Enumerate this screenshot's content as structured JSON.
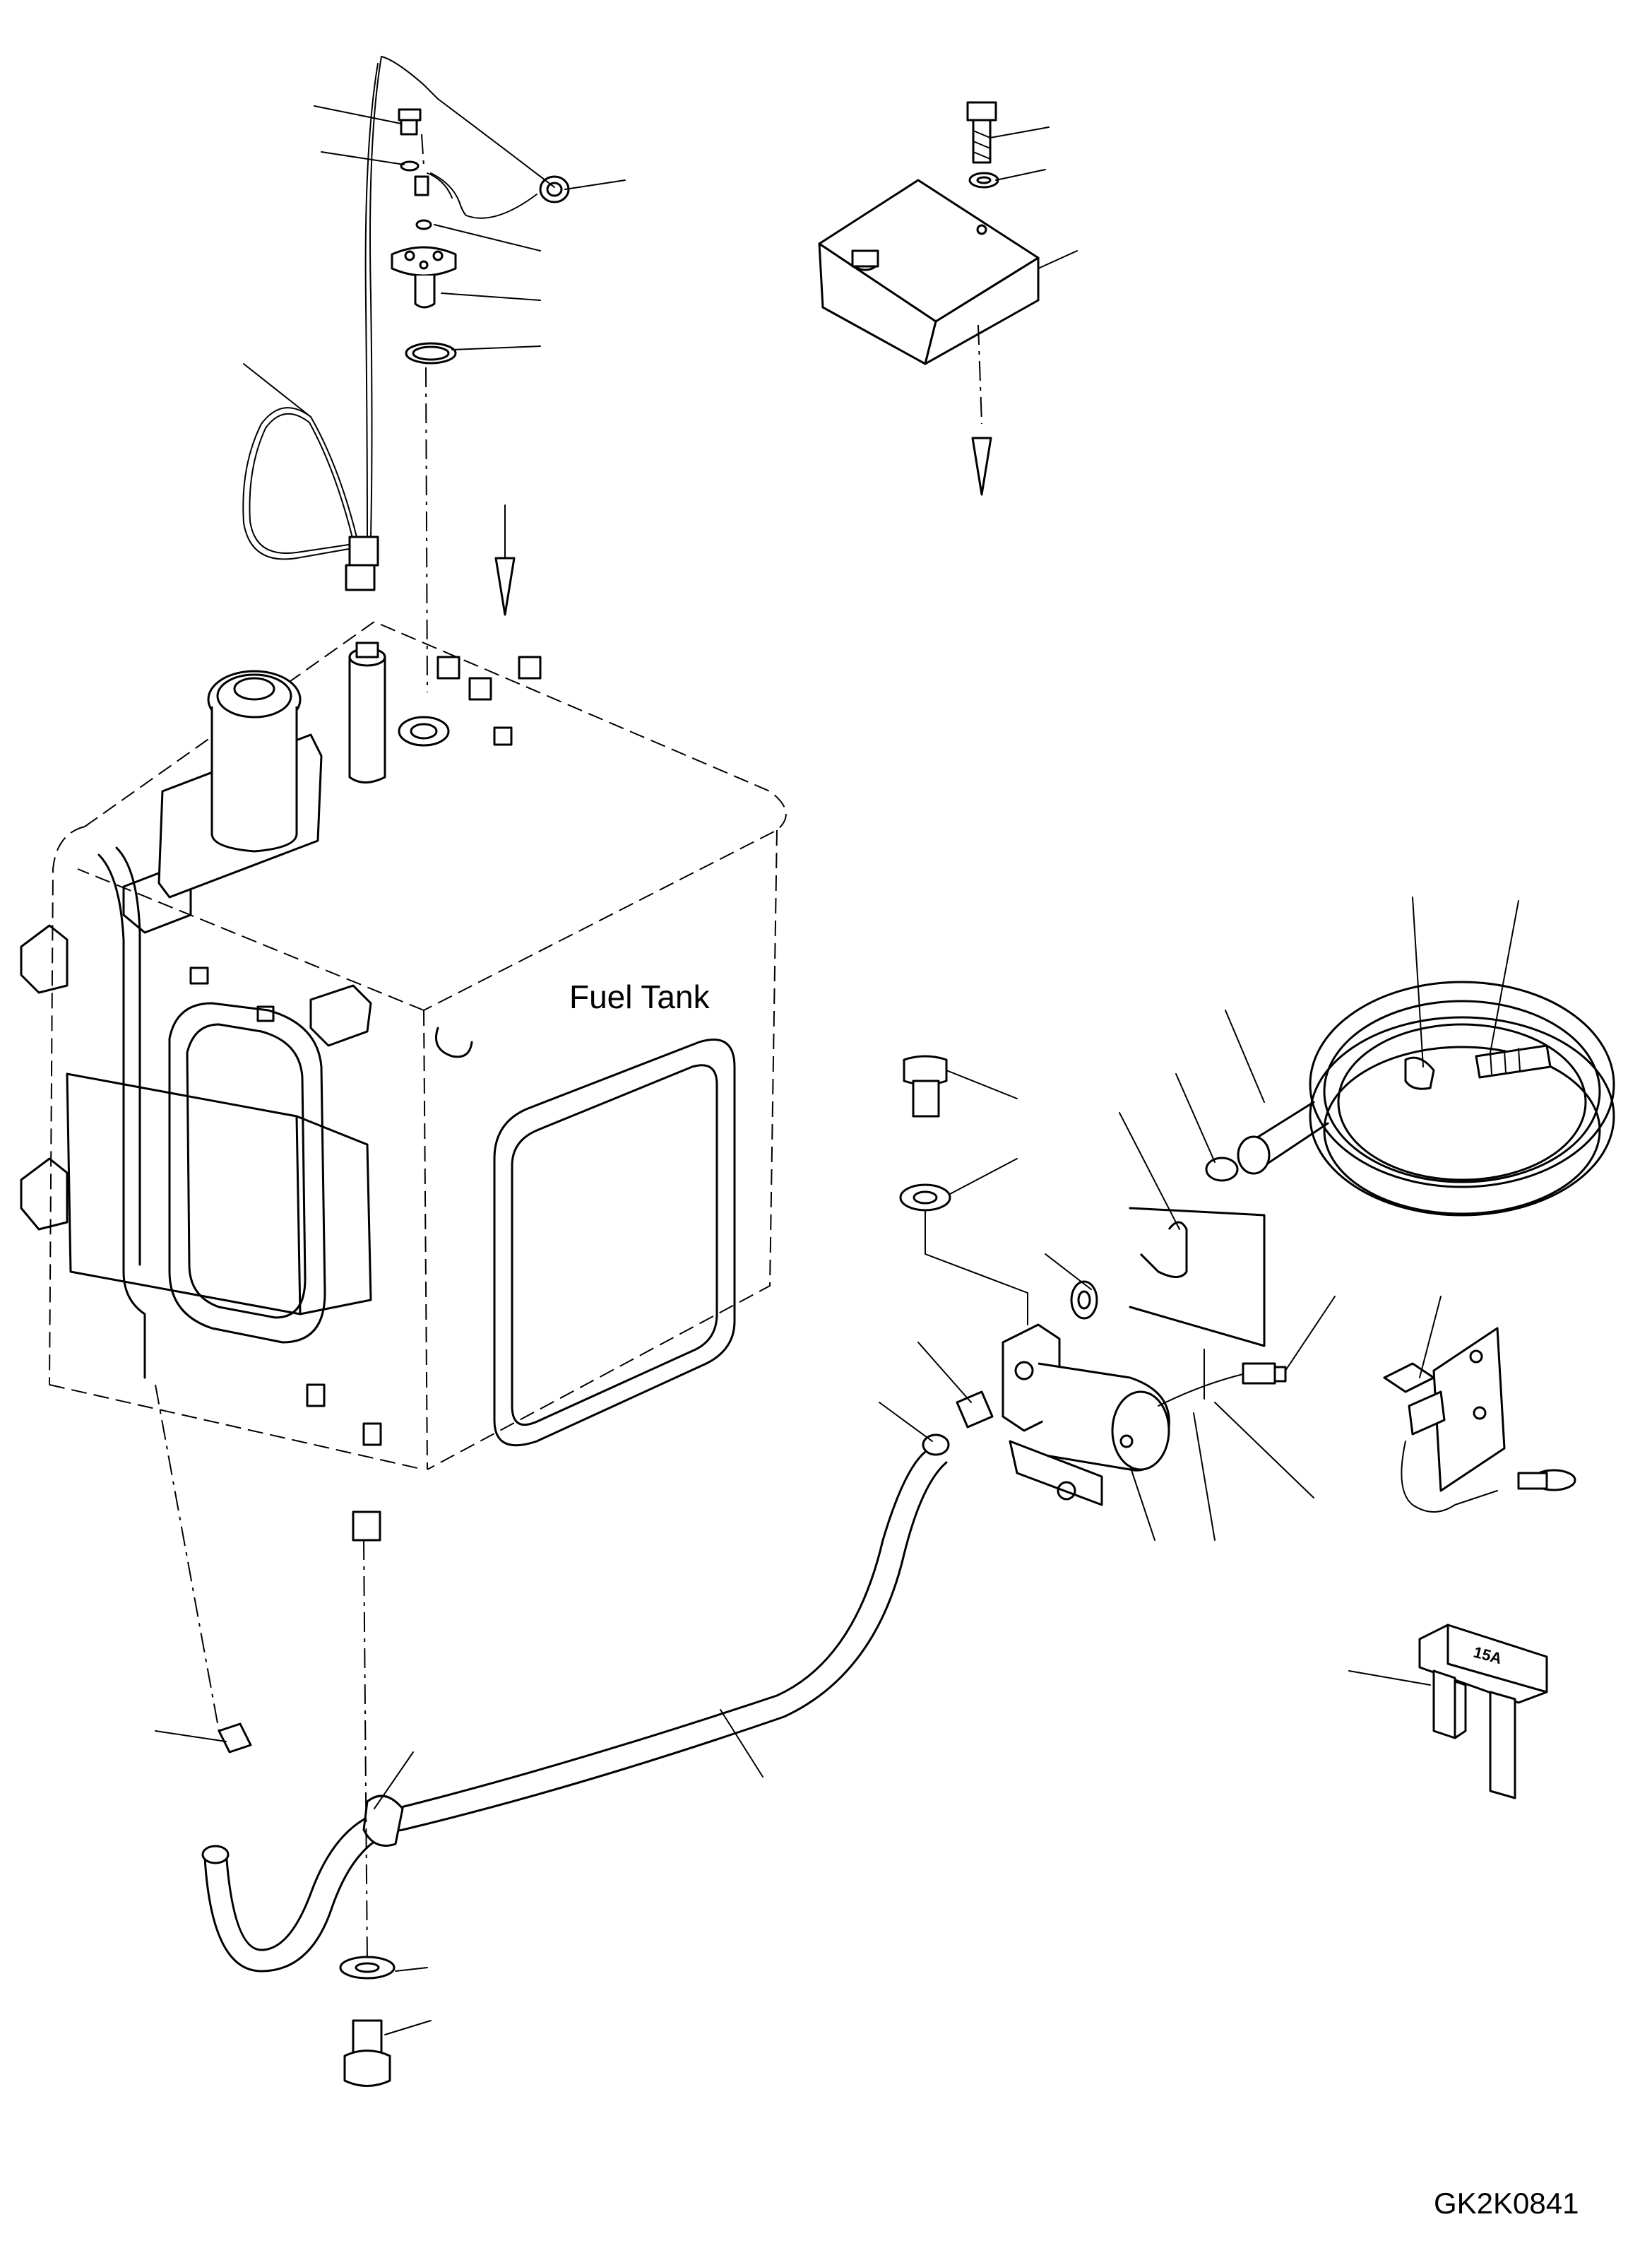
{
  "labels": {
    "fuel_tank": "Fuel Tank",
    "fuse_rating": "15A",
    "drawing_code": "GK2K0841"
  }
}
